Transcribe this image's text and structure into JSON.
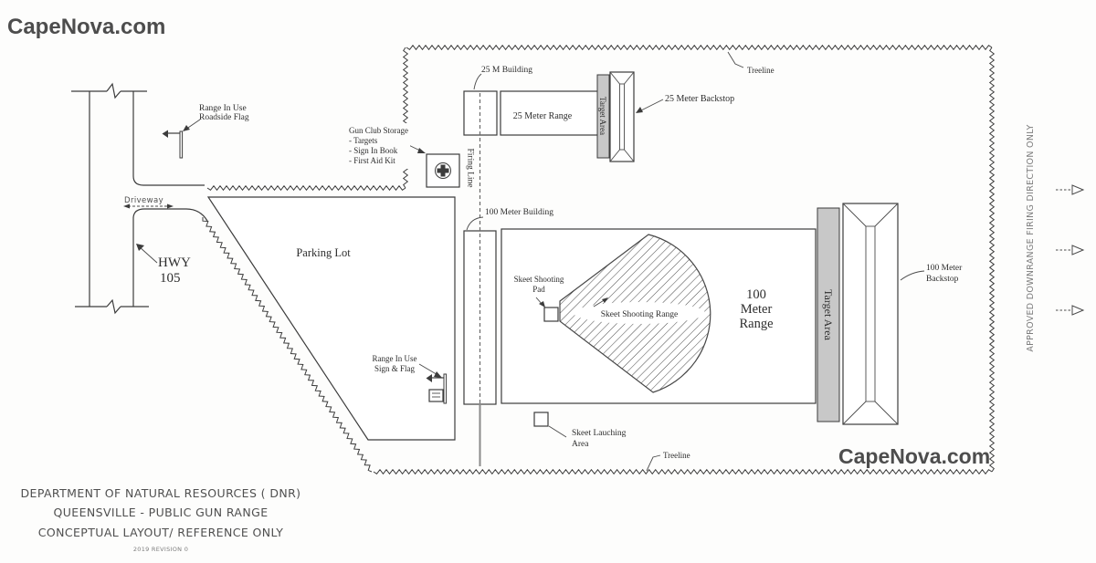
{
  "watermarks": {
    "top_left": "CapeNova.com",
    "bottom_right": "CapeNova.com"
  },
  "title_block": {
    "line1": "DEPARTMENT OF NATURAL RESOURCES ( DNR)",
    "line2": "QUEENSVILLE - PUBLIC GUN RANGE",
    "line3": "CONCEPTUAL LAYOUT/ REFERENCE ONLY",
    "revision": "2019 REVISION 0"
  },
  "side_note": "APPROVED DOWNRANGE FIRING DIRECTION ONLY",
  "roads": {
    "highway_name": "HWY",
    "highway_number": "105",
    "driveway": "Driveway"
  },
  "areas": {
    "parking_lot": "Parking Lot",
    "range_25": "25 Meter Range",
    "range_100_line1": "100",
    "range_100_line2": "Meter",
    "range_100_line3": "Range",
    "skeet_range": "Skeet Shooting Range",
    "firing_line": "Firing Line",
    "target_area_25": "Target Area",
    "target_area_100": "Target Area"
  },
  "buildings": {
    "building_25": "25 M Building",
    "building_100": "100 Meter Building"
  },
  "labels": {
    "roadside_flag_line1": "Range In Use",
    "roadside_flag_line2": "Roadside Flag",
    "gun_club_line1": "Gun Club Storage",
    "gun_club_line2": "- Targets",
    "gun_club_line3": "- Sign In Book",
    "gun_club_line4": "- First Aid Kit",
    "backstop_25": "25 Meter Backstop",
    "backstop_100_line1": "100 Meter",
    "backstop_100_line2": "Backstop",
    "treeline_top": "Treeline",
    "treeline_bottom": "Treeline",
    "sign_flag_line1": "Range In Use",
    "sign_flag_line2": "Sign & Flag",
    "skeet_pad_line1": "Skeet Shooting",
    "skeet_pad_line2": "Pad",
    "skeet_launch_line1": "Skeet Lauching",
    "skeet_launch_line2": "Area"
  },
  "colors": {
    "line": "#3c3c3c",
    "gray_fill": "#c8c8c8",
    "watermark": "#4d4d4d"
  }
}
